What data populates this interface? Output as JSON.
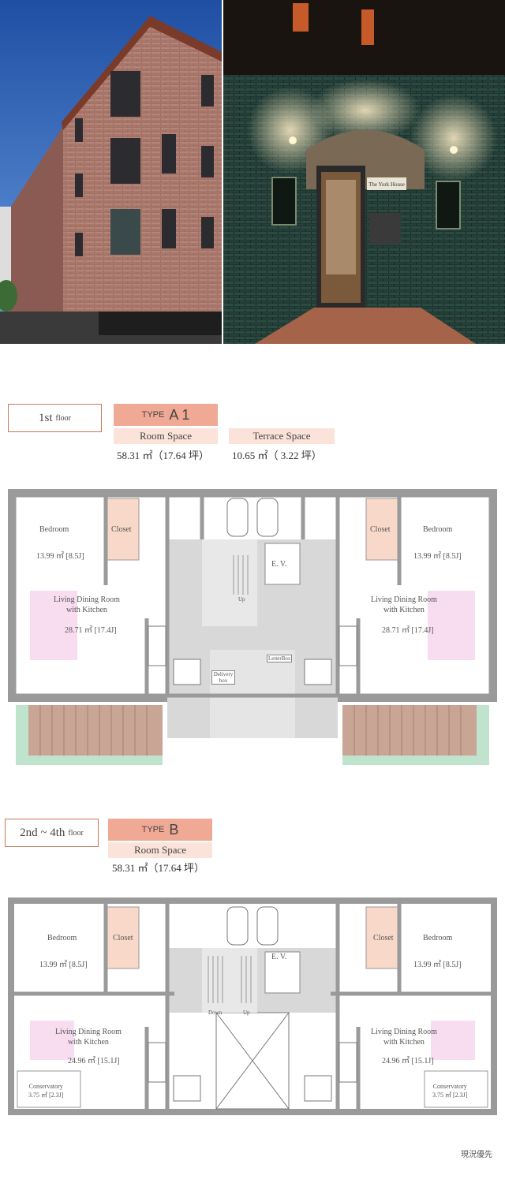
{
  "photos": [
    {
      "name": "brick-building-exterior"
    },
    {
      "name": "brick-building-entrance-night",
      "sign_text": "The York House"
    }
  ],
  "floor1": {
    "floor_label": "1st",
    "floor_suffix": "floor",
    "type_prefix": "TYPE",
    "type_name": "A 1",
    "room_space_label": "Room Space",
    "room_space_area": "58.31 ㎡（17.64 坪）",
    "terrace_space_label": "Terrace Space",
    "terrace_space_area": "10.65 ㎡（ 3.22 坪）",
    "rooms": {
      "bedroom": "Bedroom",
      "bedroom_area": "13.99 ㎡ [8.5J]",
      "closet": "Closet",
      "ldk_line1": "Living Dining Room",
      "ldk_line2": "with Kitchen",
      "ldk_area": "28.71 ㎡ [17.4J]",
      "ev": "E. V.",
      "up": "Up",
      "letterbox": "LetterBox",
      "delivery": "Delivery box"
    }
  },
  "floor2": {
    "floor_label": "2nd ~ 4th",
    "floor_suffix": "floor",
    "type_prefix": "TYPE",
    "type_name": "B",
    "room_space_label": "Room Space",
    "room_space_area": "58.31 ㎡（17.64 坪）",
    "rooms": {
      "bedroom": "Bedroom",
      "bedroom_area": "13.99 ㎡ [8.5J]",
      "closet": "Closet",
      "ldk_line1": "Living Dining Room",
      "ldk_line2": "with Kitchen",
      "ldk_area": "24.96 ㎡ [15.1J]",
      "ev": "E. V.",
      "up": "Up",
      "down": "Down",
      "conservatory": "Conservatory",
      "conservatory_area": "3.75 ㎡ [2.3J]"
    }
  },
  "footer_note": "現況優先",
  "colors": {
    "accent": "#f0a994",
    "accent_light": "#fbe3da",
    "border": "#c8785a",
    "wall": "#9a9a9a",
    "floor_gray": "#d8d8d8",
    "deck": "#c9a595",
    "closet": "#f8d8c8",
    "living_pink": "#f8dcf0",
    "planter": "#bfe3cc"
  }
}
